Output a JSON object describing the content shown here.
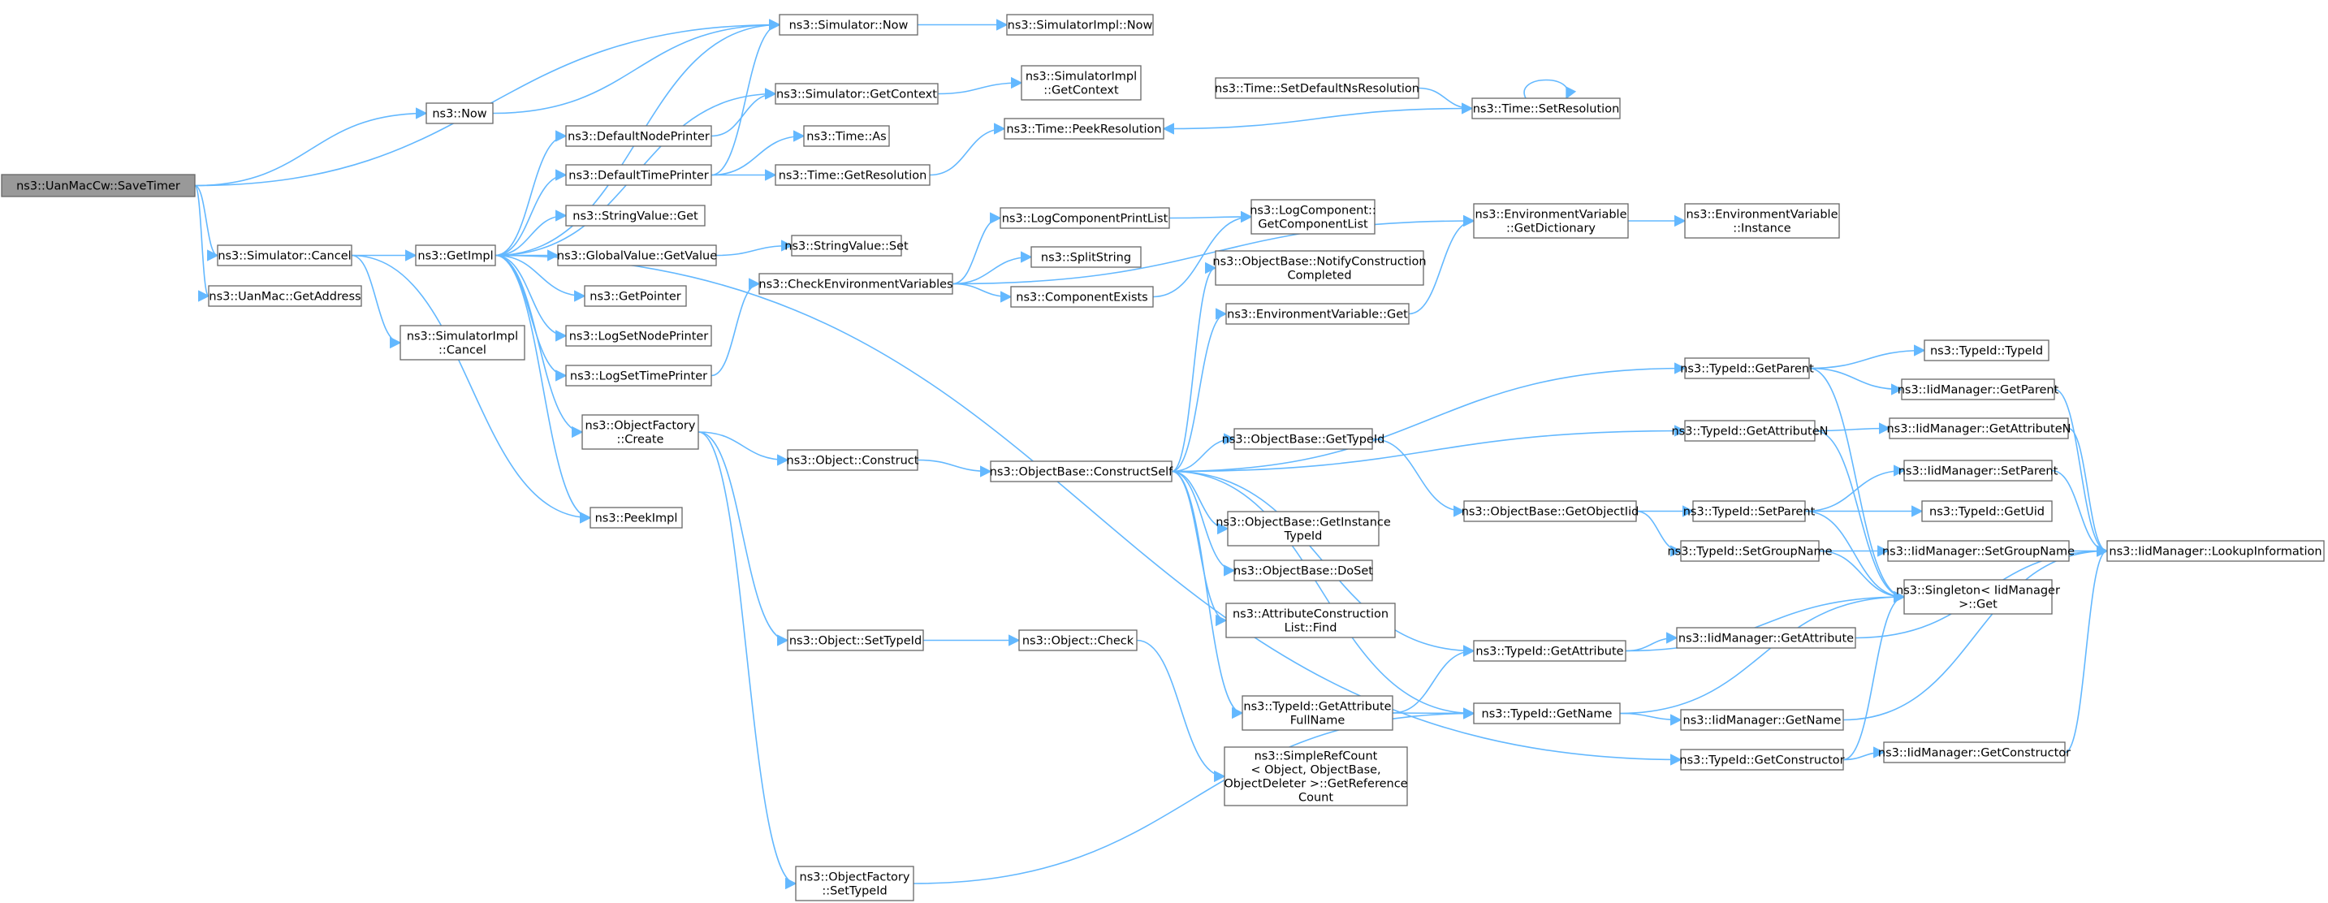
{
  "diagram": {
    "type": "call-graph",
    "colors": {
      "edge": "#63b8ff",
      "node_border": "#666666",
      "root_fill": "#999999",
      "node_fill": "#ffffff"
    },
    "nodes": [
      {
        "id": "savetimer",
        "lines": [
          "ns3::UanMacCw::SaveTimer"
        ],
        "root": true
      },
      {
        "id": "sim_now",
        "lines": [
          "ns3::Simulator::Now"
        ]
      },
      {
        "id": "simimpl_now",
        "lines": [
          "ns3::SimulatorImpl::Now"
        ]
      },
      {
        "id": "now",
        "lines": [
          "ns3::Now"
        ]
      },
      {
        "id": "sim_getcontext",
        "lines": [
          "ns3::Simulator::GetContext"
        ]
      },
      {
        "id": "simimpl_getcontext",
        "lines": [
          "ns3::SimulatorImpl",
          "::GetContext"
        ]
      },
      {
        "id": "defnodeprinter",
        "lines": [
          "ns3::DefaultNodePrinter"
        ]
      },
      {
        "id": "time_as",
        "lines": [
          "ns3::Time::As"
        ]
      },
      {
        "id": "deftimeprinter",
        "lines": [
          "ns3::DefaultTimePrinter"
        ]
      },
      {
        "id": "time_getres",
        "lines": [
          "ns3::Time::GetResolution"
        ]
      },
      {
        "id": "time_peekres",
        "lines": [
          "ns3::Time::PeekResolution"
        ]
      },
      {
        "id": "time_setdefns",
        "lines": [
          "ns3::Time::SetDefaultNsResolution"
        ]
      },
      {
        "id": "time_setres",
        "lines": [
          "ns3::Time::SetResolution"
        ]
      },
      {
        "id": "strval_get",
        "lines": [
          "ns3::StringValue::Get"
        ]
      },
      {
        "id": "sim_cancel",
        "lines": [
          "ns3::Simulator::Cancel"
        ]
      },
      {
        "id": "getimpl",
        "lines": [
          "ns3::GetImpl"
        ]
      },
      {
        "id": "globalval_getvalue",
        "lines": [
          "ns3::GlobalValue::GetValue"
        ]
      },
      {
        "id": "strval_set",
        "lines": [
          "ns3::StringValue::Set"
        ]
      },
      {
        "id": "uanmac_getaddr",
        "lines": [
          "ns3::UanMac::GetAddress"
        ]
      },
      {
        "id": "getpointer",
        "lines": [
          "ns3::GetPointer"
        ]
      },
      {
        "id": "simimpl_cancel",
        "lines": [
          "ns3::SimulatorImpl",
          "::Cancel"
        ]
      },
      {
        "id": "logsetnodeprinter",
        "lines": [
          "ns3::LogSetNodePrinter"
        ]
      },
      {
        "id": "logsettimeprinter",
        "lines": [
          "ns3::LogSetTimePrinter"
        ]
      },
      {
        "id": "checkenvvars",
        "lines": [
          "ns3::CheckEnvironmentVariables"
        ]
      },
      {
        "id": "logcompprintlist",
        "lines": [
          "ns3::LogComponentPrintList"
        ]
      },
      {
        "id": "splitstring",
        "lines": [
          "ns3::SplitString"
        ]
      },
      {
        "id": "componentexists",
        "lines": [
          "ns3::ComponentExists"
        ]
      },
      {
        "id": "logcomp_getlist",
        "lines": [
          "ns3::LogComponent::",
          "GetComponentList"
        ]
      },
      {
        "id": "envvar_getdict",
        "lines": [
          "ns3::EnvironmentVariable",
          "::GetDictionary"
        ]
      },
      {
        "id": "envvar_instance",
        "lines": [
          "ns3::EnvironmentVariable",
          "::Instance"
        ]
      },
      {
        "id": "objbase_notify",
        "lines": [
          "ns3::ObjectBase::NotifyConstruction",
          "Completed"
        ]
      },
      {
        "id": "envvar_get",
        "lines": [
          "ns3::EnvironmentVariable::Get"
        ]
      },
      {
        "id": "typeid_getparent",
        "lines": [
          "ns3::TypeId::GetParent"
        ]
      },
      {
        "id": "typeid_typeid",
        "lines": [
          "ns3::TypeId::TypeId"
        ]
      },
      {
        "id": "iid_getparent",
        "lines": [
          "ns3::IidManager::GetParent"
        ]
      },
      {
        "id": "objfactory_create",
        "lines": [
          "ns3::ObjectFactory",
          "::Create"
        ]
      },
      {
        "id": "typeid_getattrn",
        "lines": [
          "ns3::TypeId::GetAttributeN"
        ]
      },
      {
        "id": "iid_getattrn",
        "lines": [
          "ns3::IidManager::GetAttributeN"
        ]
      },
      {
        "id": "object_construct",
        "lines": [
          "ns3::Object::Construct"
        ]
      },
      {
        "id": "objbase_constructself",
        "lines": [
          "ns3::ObjectBase::ConstructSelf"
        ]
      },
      {
        "id": "objbase_gettypeid",
        "lines": [
          "ns3::ObjectBase::GetTypeId"
        ]
      },
      {
        "id": "iid_setparent",
        "lines": [
          "ns3::IidManager::SetParent"
        ]
      },
      {
        "id": "peekimpl",
        "lines": [
          "ns3::PeekImpl"
        ]
      },
      {
        "id": "objbase_getobjectiid",
        "lines": [
          "ns3::ObjectBase::GetObjectIid"
        ]
      },
      {
        "id": "typeid_setparent",
        "lines": [
          "ns3::TypeId::SetParent"
        ]
      },
      {
        "id": "typeid_getuid",
        "lines": [
          "ns3::TypeId::GetUid"
        ]
      },
      {
        "id": "objbase_getinstance",
        "lines": [
          "ns3::ObjectBase::GetInstance",
          "TypeId"
        ]
      },
      {
        "id": "typeid_setgroupname",
        "lines": [
          "ns3::TypeId::SetGroupName"
        ]
      },
      {
        "id": "iid_setgroupname",
        "lines": [
          "ns3::IidManager::SetGroupName"
        ]
      },
      {
        "id": "iid_lookupinfo",
        "lines": [
          "ns3::IidManager::LookupInformation"
        ]
      },
      {
        "id": "objbase_doset",
        "lines": [
          "ns3::ObjectBase::DoSet"
        ]
      },
      {
        "id": "singleton_get",
        "lines": [
          "ns3::Singleton< IidManager",
          "  >::Get"
        ]
      },
      {
        "id": "attrconstr_find",
        "lines": [
          "ns3::AttributeConstruction",
          "List::Find"
        ]
      },
      {
        "id": "object_settypeid",
        "lines": [
          "ns3::Object::SetTypeId"
        ]
      },
      {
        "id": "object_check",
        "lines": [
          "ns3::Object::Check"
        ]
      },
      {
        "id": "typeid_getattr",
        "lines": [
          "ns3::TypeId::GetAttribute"
        ]
      },
      {
        "id": "iid_getattr",
        "lines": [
          "ns3::IidManager::GetAttribute"
        ]
      },
      {
        "id": "typeid_getattrfullname",
        "lines": [
          "ns3::TypeId::GetAttribute",
          "FullName"
        ]
      },
      {
        "id": "typeid_getname",
        "lines": [
          "ns3::TypeId::GetName"
        ]
      },
      {
        "id": "iid_getname",
        "lines": [
          "ns3::IidManager::GetName"
        ]
      },
      {
        "id": "typeid_getconstructor",
        "lines": [
          "ns3::TypeId::GetConstructor"
        ]
      },
      {
        "id": "iid_getconstructor",
        "lines": [
          "ns3::IidManager::GetConstructor"
        ]
      },
      {
        "id": "simplerefcount",
        "lines": [
          "ns3::SimpleRefCount",
          "< Object, ObjectBase,",
          "ObjectDeleter >::GetReference",
          "Count"
        ]
      },
      {
        "id": "objfactory_settypeid",
        "lines": [
          "ns3::ObjectFactory",
          "::SetTypeId"
        ]
      }
    ],
    "edges": [
      [
        "savetimer",
        "sim_now"
      ],
      [
        "savetimer",
        "now"
      ],
      [
        "savetimer",
        "sim_cancel"
      ],
      [
        "savetimer",
        "uanmac_getaddr"
      ],
      [
        "sim_now",
        "simimpl_now"
      ],
      [
        "now",
        "sim_now"
      ],
      [
        "sim_getcontext",
        "simimpl_getcontext"
      ],
      [
        "defnodeprinter",
        "sim_getcontext"
      ],
      [
        "deftimeprinter",
        "sim_now"
      ],
      [
        "deftimeprinter",
        "time_as"
      ],
      [
        "deftimeprinter",
        "time_getres"
      ],
      [
        "time_getres",
        "time_peekres"
      ],
      [
        "time_setdefns",
        "time_setres"
      ],
      [
        "time_setres",
        "time_peekres"
      ],
      [
        "time_setres",
        "time_setres"
      ],
      [
        "sim_cancel",
        "getimpl"
      ],
      [
        "sim_cancel",
        "simimpl_cancel"
      ],
      [
        "sim_cancel",
        "peekimpl"
      ],
      [
        "getimpl",
        "sim_now"
      ],
      [
        "getimpl",
        "sim_getcontext"
      ],
      [
        "getimpl",
        "defnodeprinter"
      ],
      [
        "getimpl",
        "deftimeprinter"
      ],
      [
        "getimpl",
        "strval_get"
      ],
      [
        "getimpl",
        "globalval_getvalue"
      ],
      [
        "getimpl",
        "getpointer"
      ],
      [
        "getimpl",
        "logsetnodeprinter"
      ],
      [
        "getimpl",
        "logsettimeprinter"
      ],
      [
        "getimpl",
        "objfactory_create"
      ],
      [
        "getimpl",
        "peekimpl"
      ],
      [
        "getimpl",
        "typeid_getconstructor"
      ],
      [
        "globalval_getvalue",
        "strval_set"
      ],
      [
        "logsettimeprinter",
        "checkenvvars"
      ],
      [
        "checkenvvars",
        "logcompprintlist"
      ],
      [
        "checkenvvars",
        "splitstring"
      ],
      [
        "checkenvvars",
        "componentexists"
      ],
      [
        "checkenvvars",
        "envvar_getdict"
      ],
      [
        "logcompprintlist",
        "logcomp_getlist"
      ],
      [
        "componentexists",
        "logcomp_getlist"
      ],
      [
        "envvar_getdict",
        "envvar_instance"
      ],
      [
        "envvar_get",
        "envvar_getdict"
      ],
      [
        "objfactory_create",
        "object_construct"
      ],
      [
        "objfactory_create",
        "object_settypeid"
      ],
      [
        "objfactory_create",
        "objfactory_settypeid"
      ],
      [
        "object_construct",
        "objbase_constructself"
      ],
      [
        "objbase_constructself",
        "objbase_notify"
      ],
      [
        "objbase_constructself",
        "envvar_get"
      ],
      [
        "objbase_constructself",
        "typeid_getparent"
      ],
      [
        "objbase_constructself",
        "typeid_getattrn"
      ],
      [
        "objbase_constructself",
        "objbase_gettypeid"
      ],
      [
        "objbase_constructself",
        "objbase_getinstance"
      ],
      [
        "objbase_constructself",
        "objbase_doset"
      ],
      [
        "objbase_constructself",
        "attrconstr_find"
      ],
      [
        "objbase_constructself",
        "typeid_getattr"
      ],
      [
        "objbase_constructself",
        "typeid_getattrfullname"
      ],
      [
        "objbase_constructself",
        "typeid_getname"
      ],
      [
        "typeid_getparent",
        "typeid_typeid"
      ],
      [
        "typeid_getparent",
        "iid_getparent"
      ],
      [
        "typeid_getparent",
        "singleton_get"
      ],
      [
        "iid_getparent",
        "iid_lookupinfo"
      ],
      [
        "typeid_getattrn",
        "iid_getattrn"
      ],
      [
        "typeid_getattrn",
        "singleton_get"
      ],
      [
        "iid_getattrn",
        "iid_lookupinfo"
      ],
      [
        "objbase_gettypeid",
        "objbase_getobjectiid"
      ],
      [
        "objbase_getobjectiid",
        "typeid_setparent"
      ],
      [
        "objbase_getobjectiid",
        "typeid_setgroupname"
      ],
      [
        "typeid_setparent",
        "iid_setparent"
      ],
      [
        "typeid_setparent",
        "typeid_getuid"
      ],
      [
        "typeid_setparent",
        "singleton_get"
      ],
      [
        "iid_setparent",
        "iid_lookupinfo"
      ],
      [
        "typeid_setgroupname",
        "iid_setgroupname"
      ],
      [
        "typeid_setgroupname",
        "singleton_get"
      ],
      [
        "iid_setgroupname",
        "iid_lookupinfo"
      ],
      [
        "object_settypeid",
        "object_check"
      ],
      [
        "object_check",
        "simplerefcount"
      ],
      [
        "typeid_getattr",
        "iid_getattr"
      ],
      [
        "typeid_getattr",
        "singleton_get"
      ],
      [
        "iid_getattr",
        "iid_lookupinfo"
      ],
      [
        "typeid_getattrfullname",
        "typeid_getattr"
      ],
      [
        "typeid_getattrfullname",
        "typeid_getname"
      ],
      [
        "typeid_getname",
        "iid_getname"
      ],
      [
        "typeid_getname",
        "singleton_get"
      ],
      [
        "iid_getname",
        "iid_lookupinfo"
      ],
      [
        "typeid_getconstructor",
        "iid_getconstructor"
      ],
      [
        "typeid_getconstructor",
        "singleton_get"
      ],
      [
        "iid_getconstructor",
        "iid_lookupinfo"
      ],
      [
        "objfactory_settypeid",
        "typeid_getname"
      ]
    ]
  }
}
